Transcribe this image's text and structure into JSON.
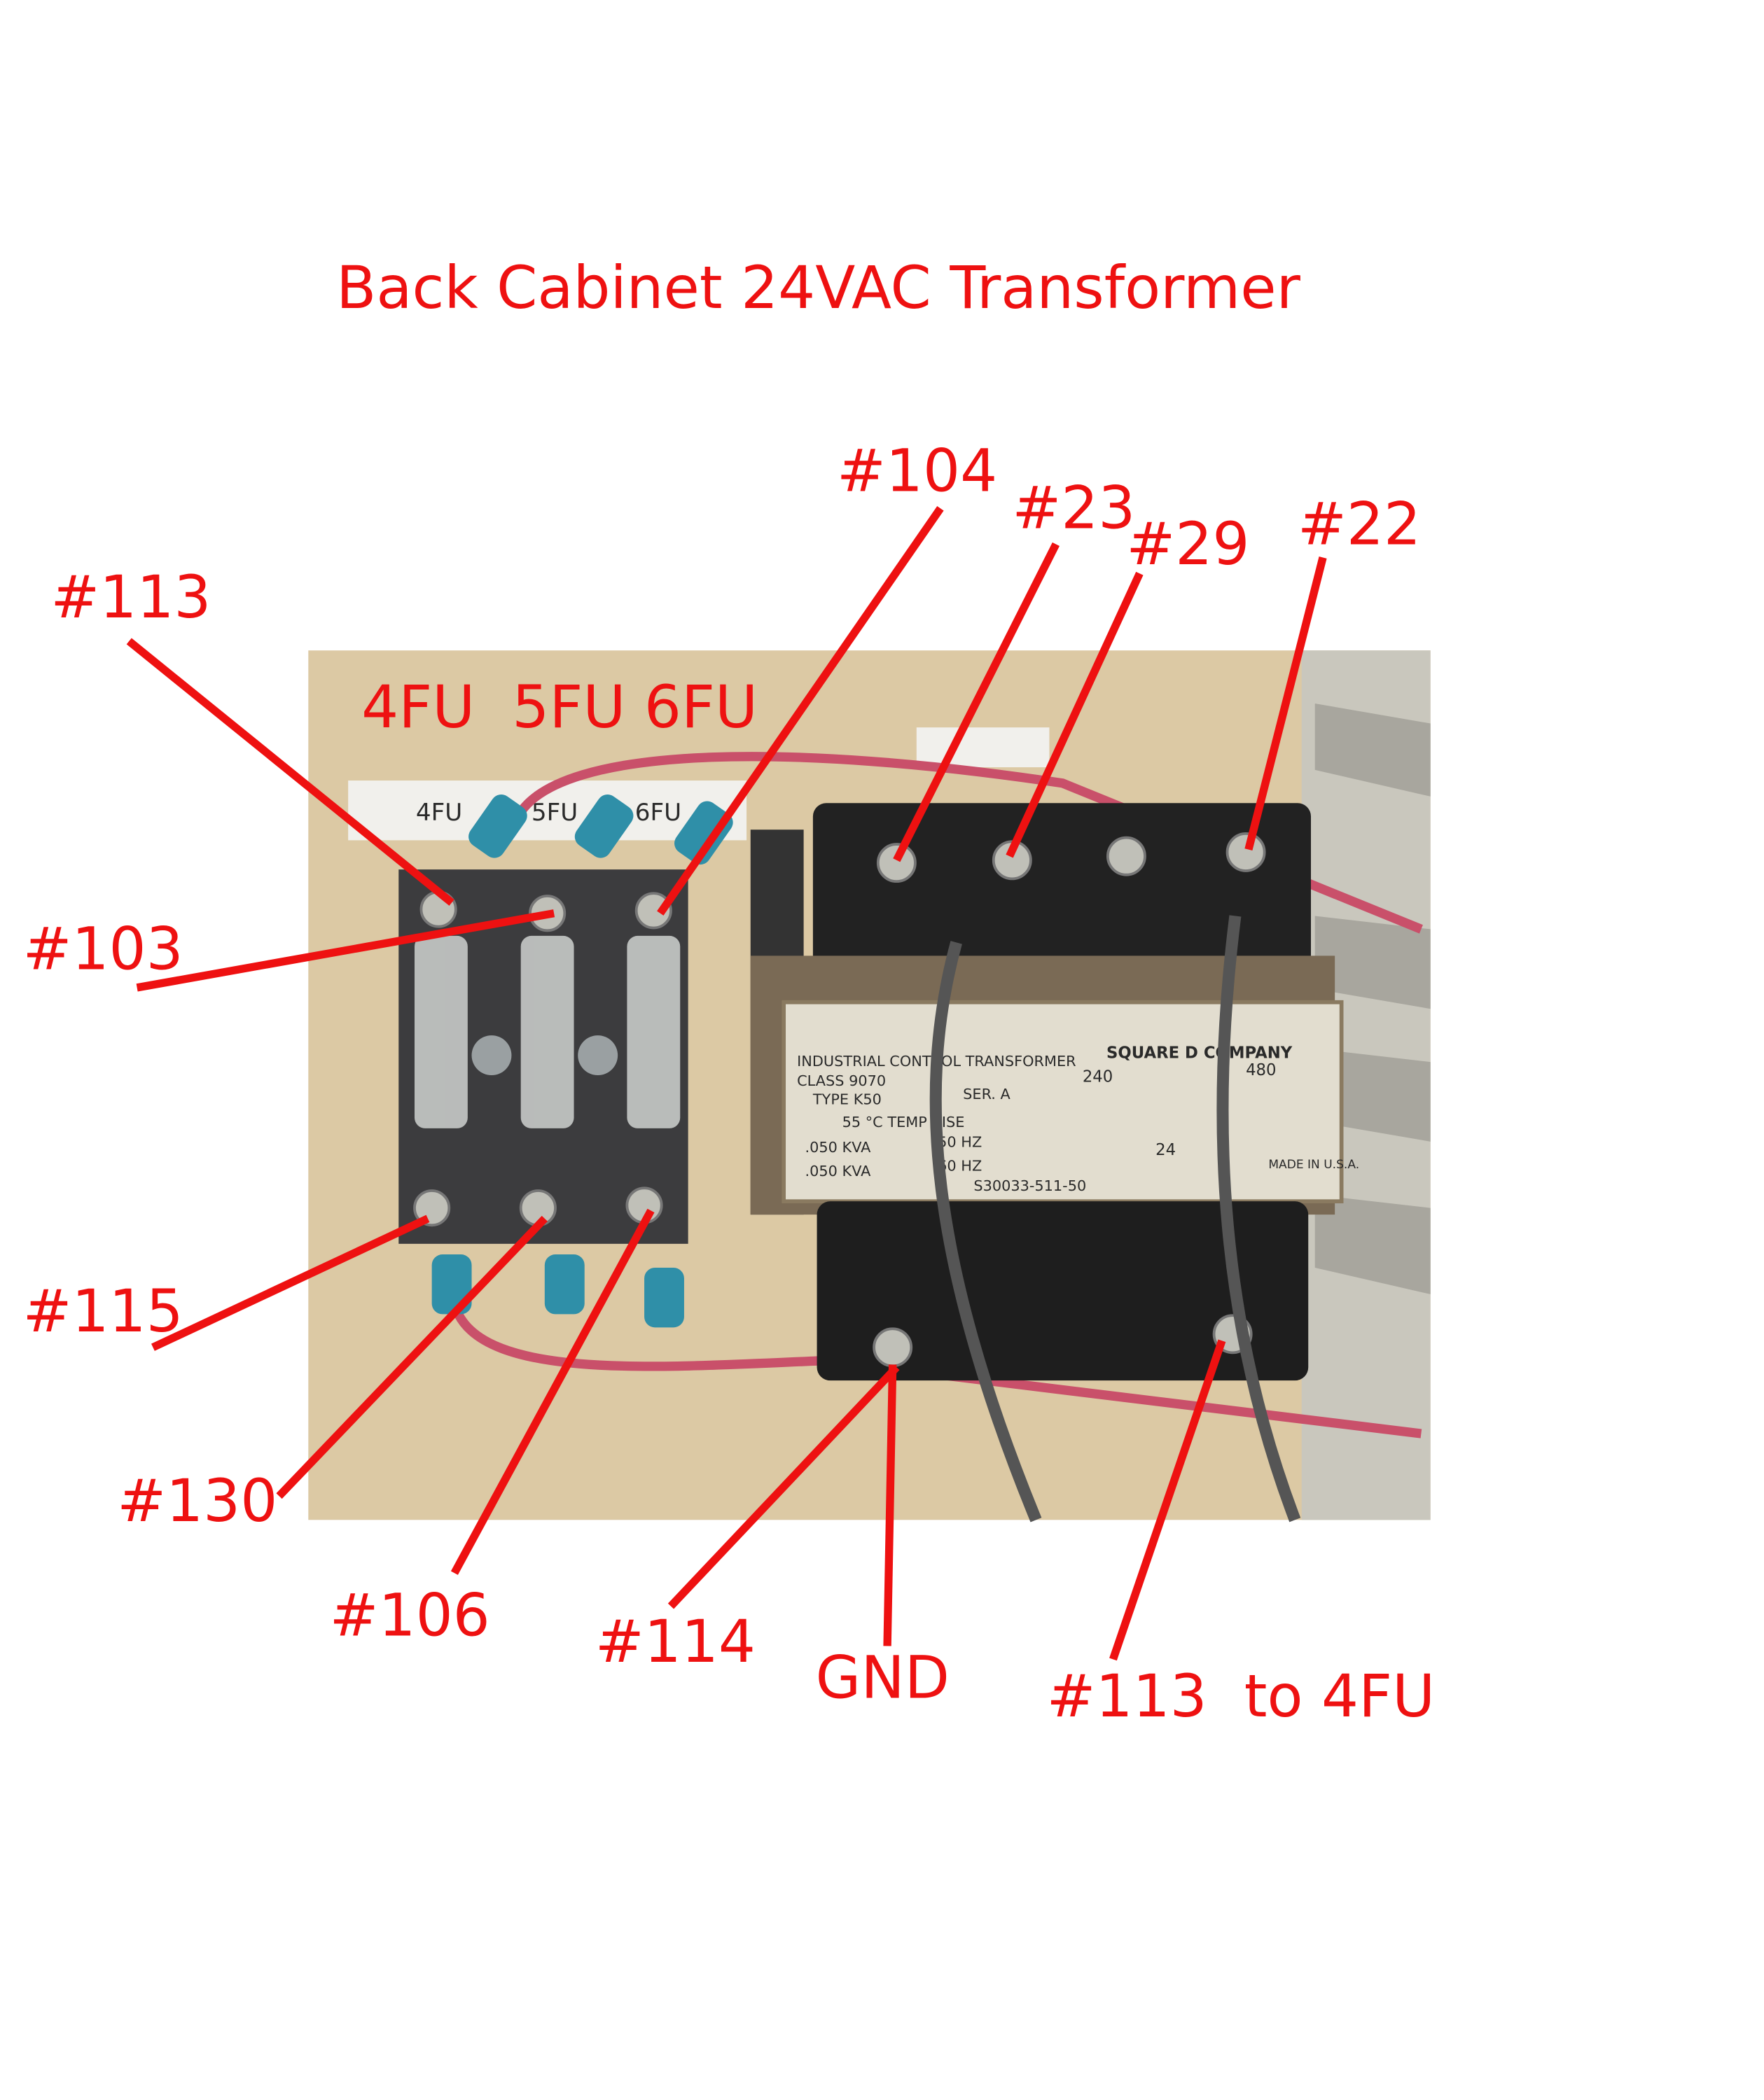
{
  "title": "Back Cabinet 24VAC Transformer",
  "fuse_header": "4FU  5FU 6FU",
  "callouts": {
    "c113_top": "#113",
    "c103": "#103",
    "c104": "#104",
    "c23": "#23",
    "c29": "#29",
    "c22": "#22",
    "c115": "#115",
    "c130": "#130",
    "c106": "#106",
    "c114": "#114",
    "gnd": "GND",
    "c113_bottom": "#113  to 4FU"
  },
  "photo_text": {
    "fuse_tag_1": "4FU",
    "fuse_tag_2": "5FU",
    "fuse_tag_3": "6FU",
    "nameplate_line1": "INDUSTRIAL CONTROL TRANSFORMER",
    "nameplate_brand": "SQUARE D COMPANY",
    "nameplate_class": "CLASS 9070",
    "nameplate_type": "TYPE K50",
    "nameplate_ser": "SER. A",
    "nameplate_rise": "55 °C TEMP RISE",
    "nameplate_kva1": ".050 KVA",
    "nameplate_kva2": ".050 KVA",
    "nameplate_hz1": "50 HZ",
    "nameplate_hz2": "60 HZ",
    "nameplate_v240": "240",
    "nameplate_v480": "480",
    "nameplate_v24": "24",
    "nameplate_part": "S30033-511-50",
    "nameplate_made": "MADE IN U.S.A."
  },
  "colors": {
    "annotation": "#ee1111",
    "panel": "#dcc9a4"
  }
}
